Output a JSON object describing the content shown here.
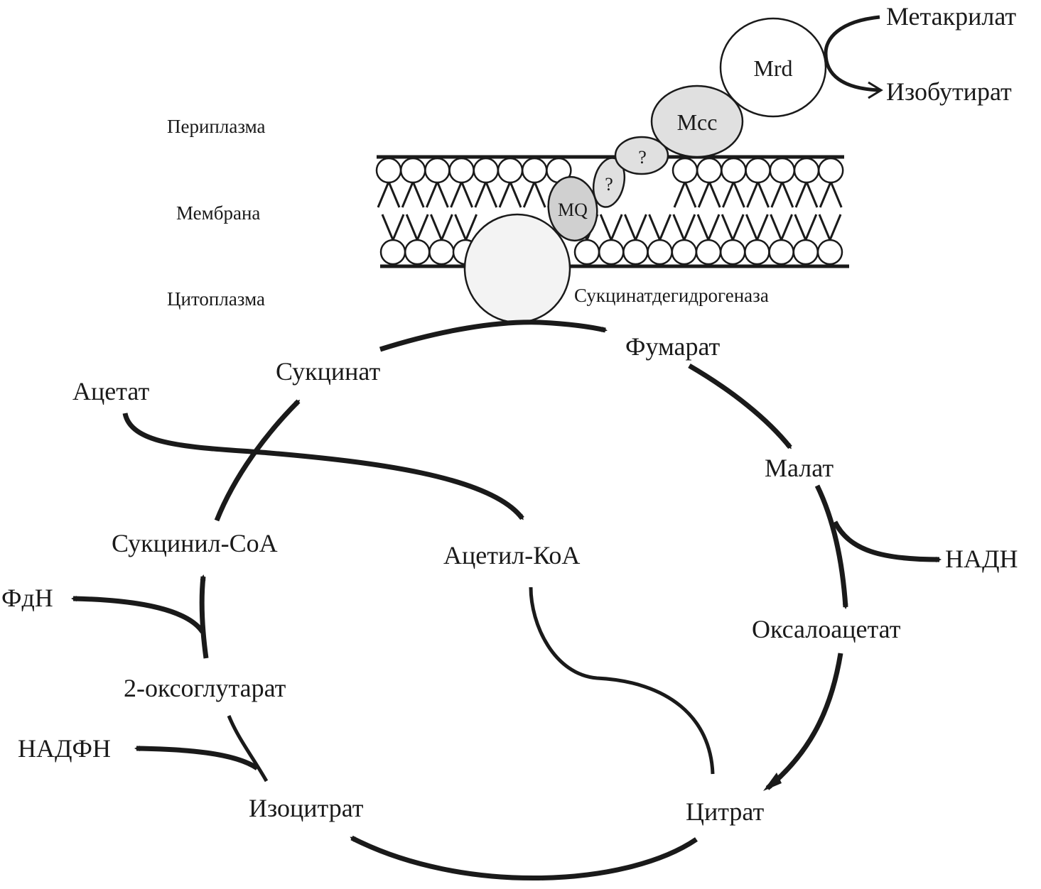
{
  "compartments": {
    "periplasm": "Периплазма",
    "membrane": "Мембрана",
    "cytoplasm": "Цитоплазма"
  },
  "proteins": {
    "mrd": "Mrd",
    "mcc": "Mcc",
    "unknown1": "?",
    "unknown2": "?",
    "mq": "MQ",
    "sdh_label": "Сукцинатдегидрогеназа"
  },
  "periplasm_reaction": {
    "substrate": "Метакрилат",
    "product": "Изобутират"
  },
  "cycle": {
    "succinate": "Сукцинат",
    "fumarate": "Фумарат",
    "malate": "Малат",
    "oxaloacetate": "Оксалоацетат",
    "citrate": "Цитрат",
    "isocitrate": "Изоцитрат",
    "oxoglutarate": "2-оксоглутарат",
    "succinyl_coa": "Сукцинил-СоА",
    "acetate": "Ацетат",
    "acetyl_coa": "Ацетил-КоА"
  },
  "cofactors": {
    "nadh": "НАДН",
    "nadph": "НАДФН",
    "fdh": "ФдН"
  },
  "colors": {
    "ink": "#1a1a1a",
    "sdh_fill": "#f3f3f3",
    "mq_fill": "#d0d0d0",
    "periplasmic_protein_fill": "#e0e0e0",
    "mrd_fill": "#ffffff"
  }
}
